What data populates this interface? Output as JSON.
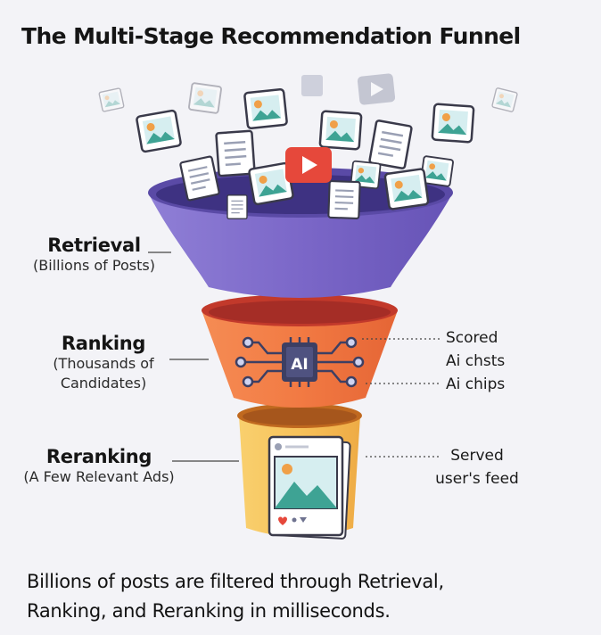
{
  "title": "The Multi-Stage Recommendation Funnel",
  "stages": {
    "retrieval": {
      "name": "Retrieval",
      "sub": "(Billions of Posts)"
    },
    "ranking": {
      "name": "Ranking",
      "sub": "(Thousands of\nCandidates)"
    },
    "reranking": {
      "name": "Reranking",
      "sub": "(A Few Relevant Ads)"
    }
  },
  "right_notes": {
    "ranking": [
      "Scored",
      "Ai chsts",
      "Ai chips"
    ],
    "reranking": [
      "Served",
      "user's feed"
    ]
  },
  "chip_label": "AI",
  "caption": "Billions of posts are filtered through Retrieval,\nRanking, and Reranking in milliseconds.",
  "colors": {
    "retrieval": "#7e6ac9",
    "ranking": "#f07a45",
    "reranking": "#f7c25c",
    "video_red": "#e6483b",
    "image_teal": "#3ea394",
    "chip": "#3d3f63"
  },
  "icons": [
    "image-card-icon",
    "document-card-icon",
    "video-play-icon",
    "ai-chip-icon",
    "social-post-card-icon"
  ]
}
